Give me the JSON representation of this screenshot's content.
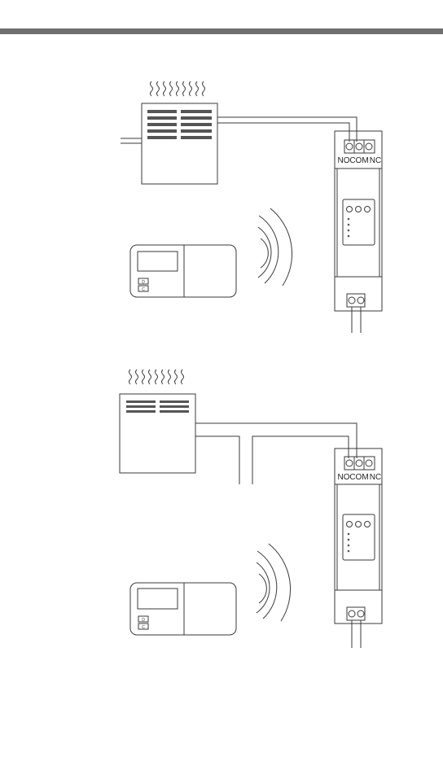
{
  "relay": {
    "terminals": {
      "no": "NO",
      "com": "COM",
      "nc": "NC"
    },
    "thermostat_buttons": {
      "top": "D",
      "bottom": "C"
    }
  },
  "colors": {
    "line": "#3a3a3a",
    "header_bar": "#6f6f6f",
    "background": "#ffffff"
  },
  "diagrams": [
    {
      "id": "wiring-diagram-1"
    },
    {
      "id": "wiring-diagram-2"
    }
  ]
}
